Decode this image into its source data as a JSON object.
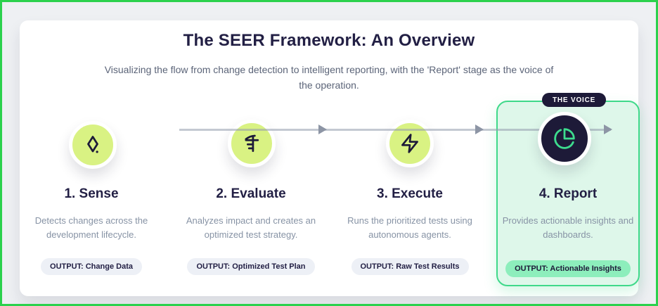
{
  "header": {
    "title": "The SEER Framework: An Overview",
    "subtitle": "Visualizing the flow from change detection to intelligent reporting, with the 'Report' stage as the voice of the operation."
  },
  "voice_badge_label": "THE VOICE",
  "stages": [
    {
      "title": "1. Sense",
      "description": "Detects changes across the development lifecycle.",
      "output": "OUTPUT: Change Data",
      "icon": "diamond-scan-icon",
      "highlighted": false
    },
    {
      "title": "2. Evaluate",
      "description": "Analyzes impact and creates an optimized test strategy.",
      "output": "OUTPUT: Optimized Test Plan",
      "icon": "caliper-measure-icon",
      "highlighted": false
    },
    {
      "title": "3. Execute",
      "description": "Runs the prioritized tests using autonomous agents.",
      "output": "OUTPUT: Raw Test Results",
      "icon": "zap-lightning-icon",
      "highlighted": false
    },
    {
      "title": "4. Report",
      "description": "Provides actionable insights and dashboards.",
      "output": "OUTPUT: Actionable Insights",
      "icon": "pie-chart-icon",
      "highlighted": true
    }
  ],
  "colors": {
    "frame_border": "#2bd14d",
    "page_background": "#eef0f3",
    "heading_navy": "#221f44",
    "deep_navy": "#1d1a38",
    "body_gray": "#8793a5",
    "lime_circle": "#d9f283",
    "mint_card_bg": "#def7ea",
    "mint_card_border": "#3fd98a",
    "mint_badge": "#8deebc",
    "neutral_pill": "#edf0f6",
    "connector_gray": "#b4bac6",
    "report_icon_green": "#3ddc8e"
  }
}
